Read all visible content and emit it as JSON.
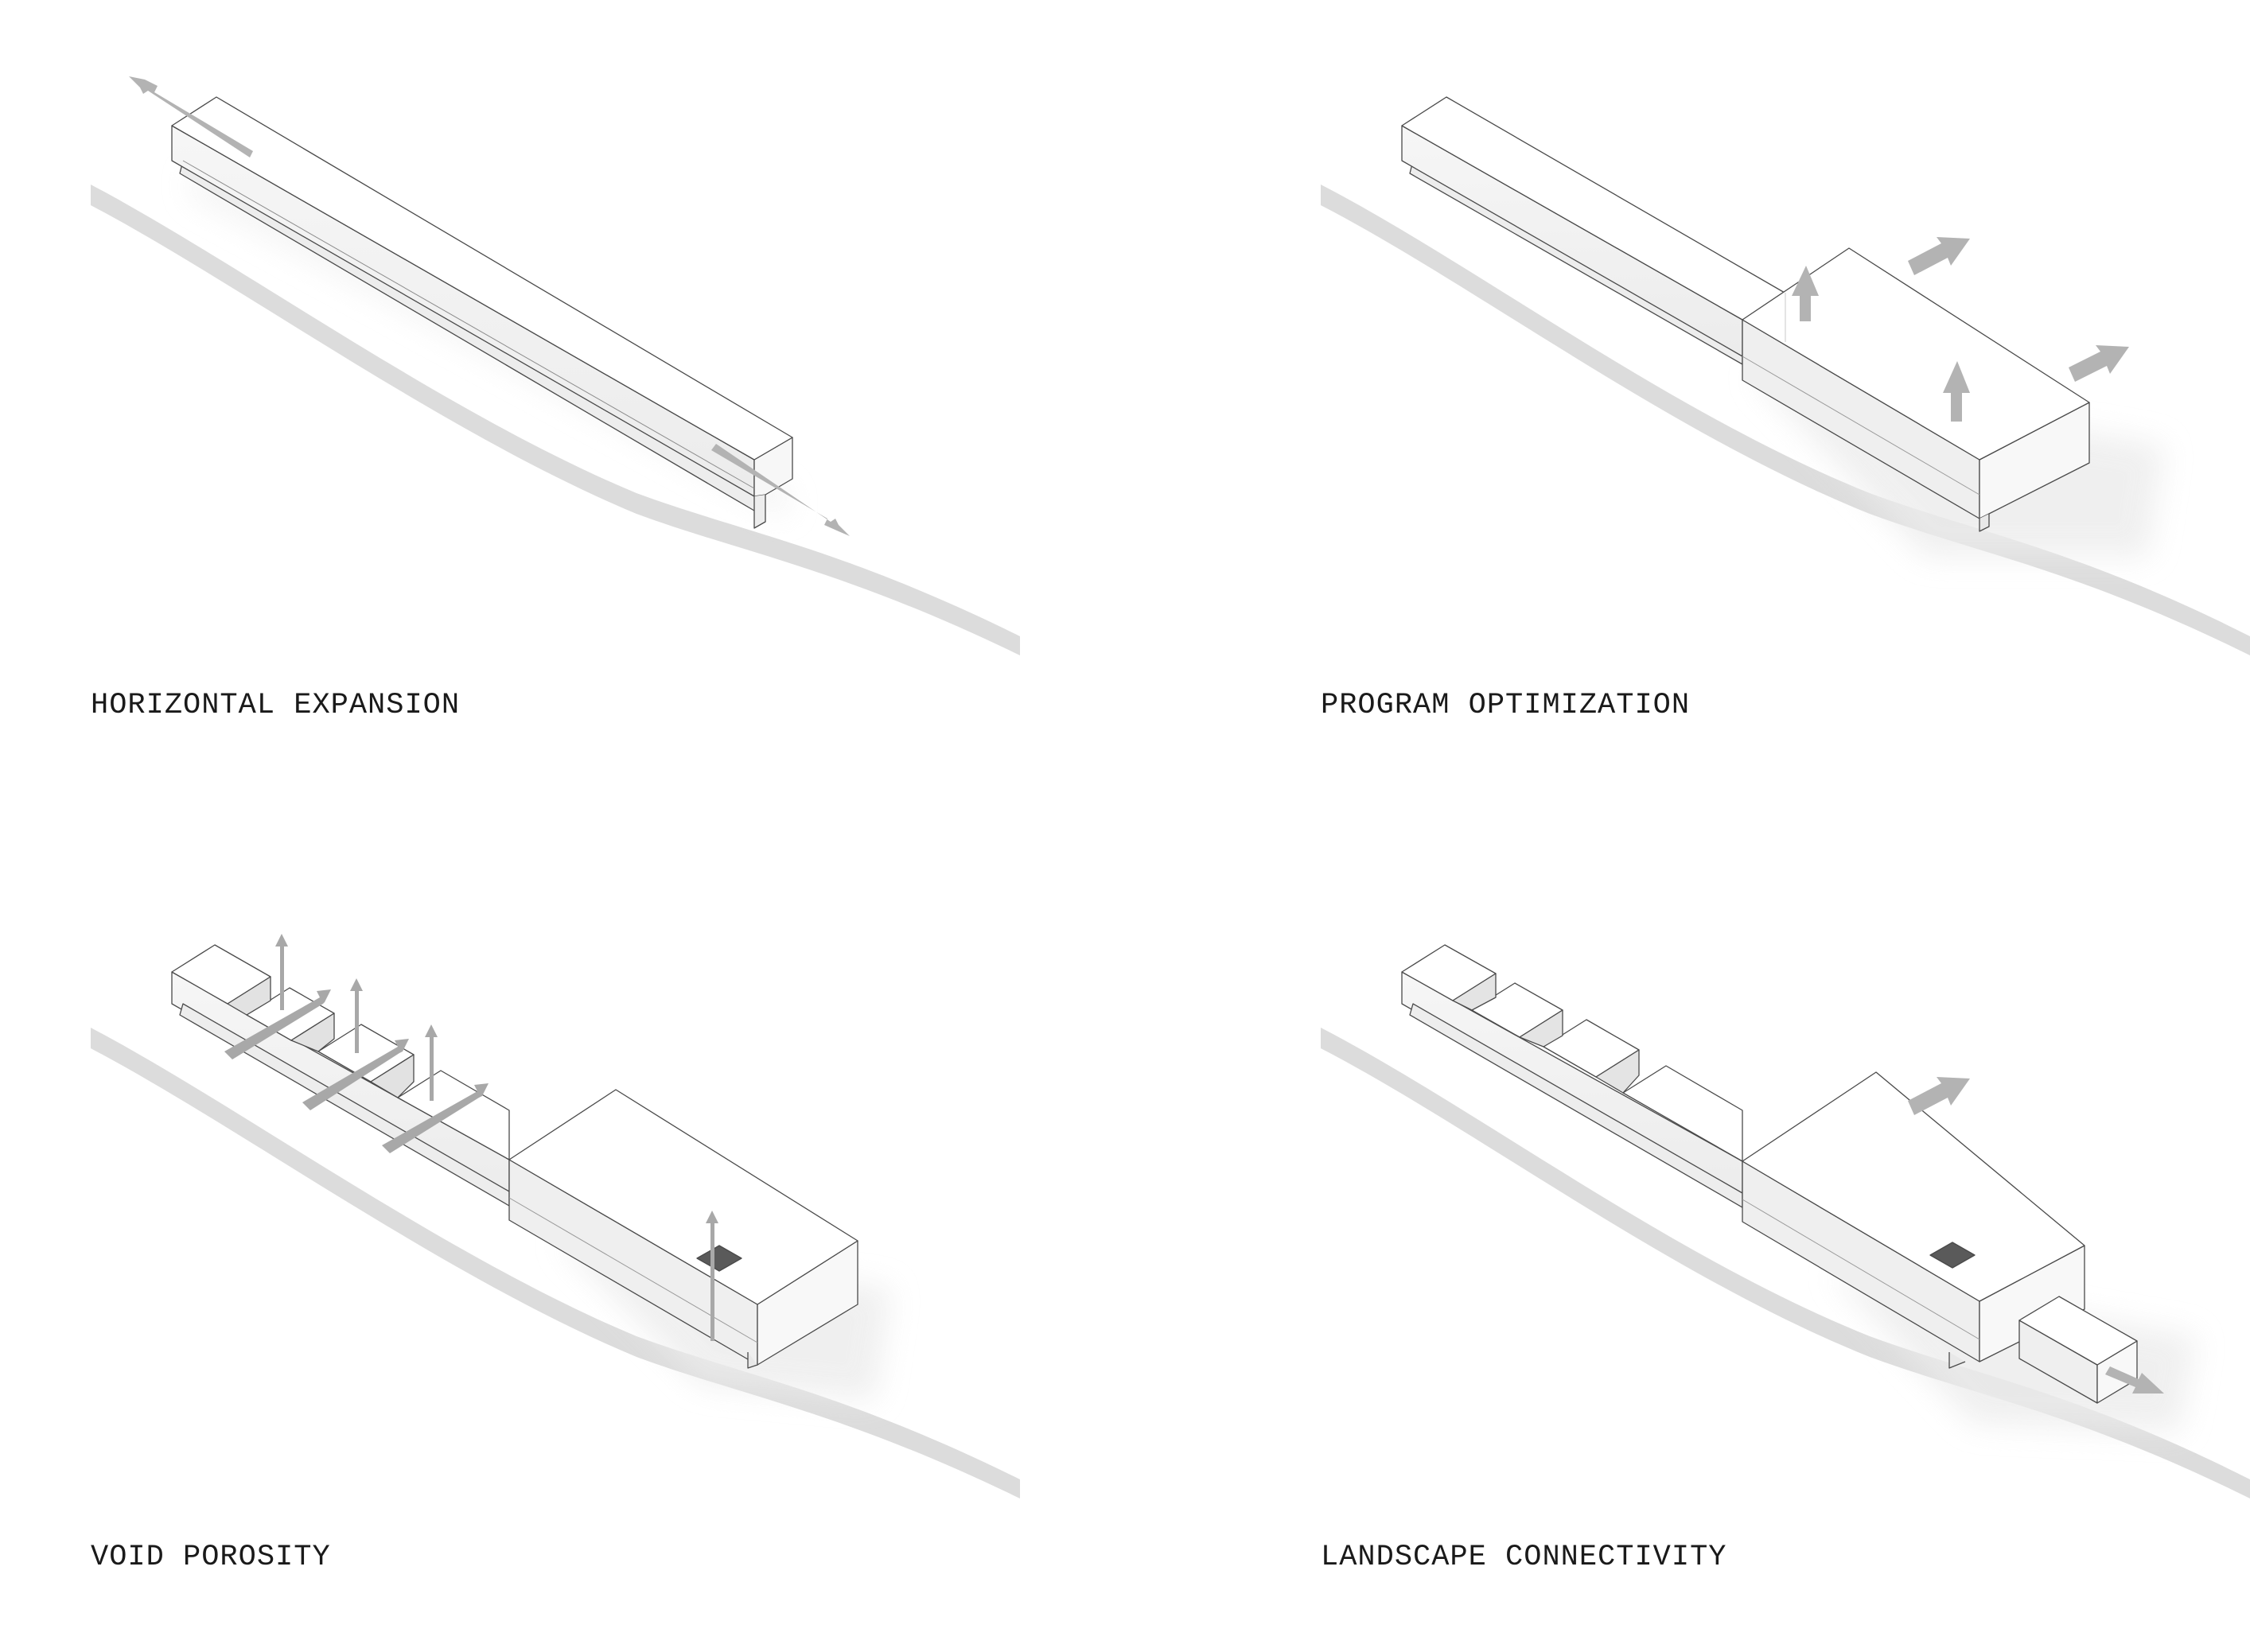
{
  "panels": [
    {
      "caption": "HORIZONTAL EXPANSION"
    },
    {
      "caption": "PROGRAM OPTIMIZATION"
    },
    {
      "caption": "VOID POROSITY"
    },
    {
      "caption": "LANDSCAPE CONNECTIVITY"
    }
  ],
  "colors": {
    "background": "#ffffff",
    "terrain": "#dcdcdc",
    "volume_top": "#ffffff",
    "volume_side": "#f1f1f1",
    "volume_shade": "#e6e6e6",
    "edge": "#4a4a4a",
    "arrow": "#b3b3b3",
    "caption_text": "#1a1a1a"
  },
  "icons": {
    "arrow": "gray-block-arrow-icon"
  }
}
